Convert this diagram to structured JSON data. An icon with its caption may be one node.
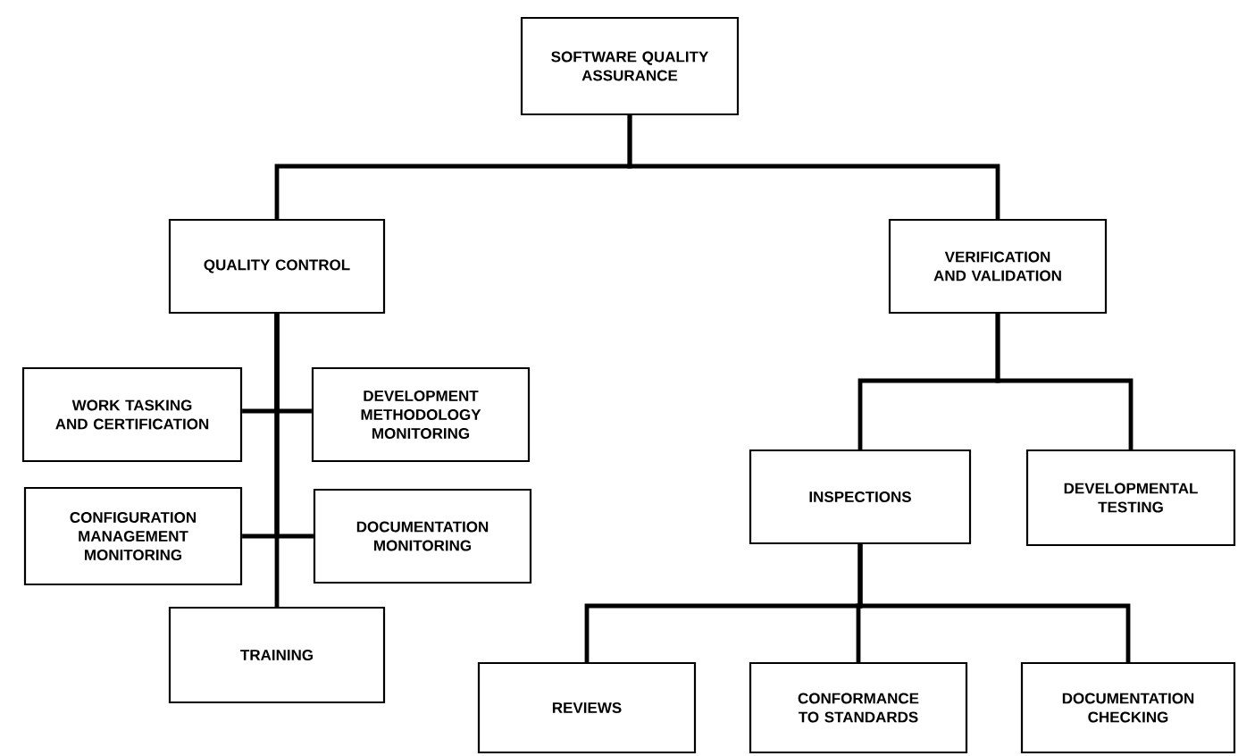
{
  "diagram": {
    "nodes": [
      {
        "text": [
          "SOFTWARE QUALITY ASSURANCE"
        ]
      },
      {
        "text": [
          "QUALITY CONTROL"
        ]
      },
      {
        "text": [
          "VERIFICATION AND VALIDATION"
        ]
      },
      {
        "text": [
          "WORK TASKING AND CERTIFICATION"
        ]
      },
      {
        "text": [
          "DEVELOPMENT METHODOLOGY MONITORING"
        ]
      },
      {
        "text": [
          "CONFIGURATION MANAGEMENT MONITORING"
        ]
      },
      {
        "text": [
          "DOCUMENTATION MONITORING"
        ]
      },
      {
        "text": [
          "TRAINING"
        ]
      },
      {
        "text": [
          "INSPECTIONS"
        ]
      },
      {
        "text": [
          "DEVELOPMENTAL TESTING"
        ]
      },
      {
        "text": [
          "REVIEWS"
        ]
      },
      {
        "text": [
          "CONFORMANCE TO STANDARDS"
        ]
      },
      {
        "text": [
          "DOCUMENTATION CHECKING"
        ]
      }
    ],
    "edges": [
      {
        "from": 0,
        "to": 1,
        "arrow": "none"
      },
      {
        "from": 0,
        "to": 2,
        "arrow": "none"
      },
      {
        "from": 1,
        "to": 3,
        "arrow": "none"
      },
      {
        "from": 1,
        "to": 4,
        "arrow": "none"
      },
      {
        "from": 1,
        "to": 5,
        "arrow": "none"
      },
      {
        "from": 1,
        "to": 6,
        "arrow": "none"
      },
      {
        "from": 1,
        "to": 7,
        "arrow": "none"
      },
      {
        "from": 2,
        "to": 8,
        "arrow": "none"
      },
      {
        "from": 2,
        "to": 9,
        "arrow": "none"
      },
      {
        "from": 8,
        "to": 10,
        "arrow": "none"
      },
      {
        "from": 8,
        "to": 11,
        "arrow": "none"
      },
      {
        "from": 8,
        "to": 12,
        "arrow": "none"
      }
    ]
  }
}
